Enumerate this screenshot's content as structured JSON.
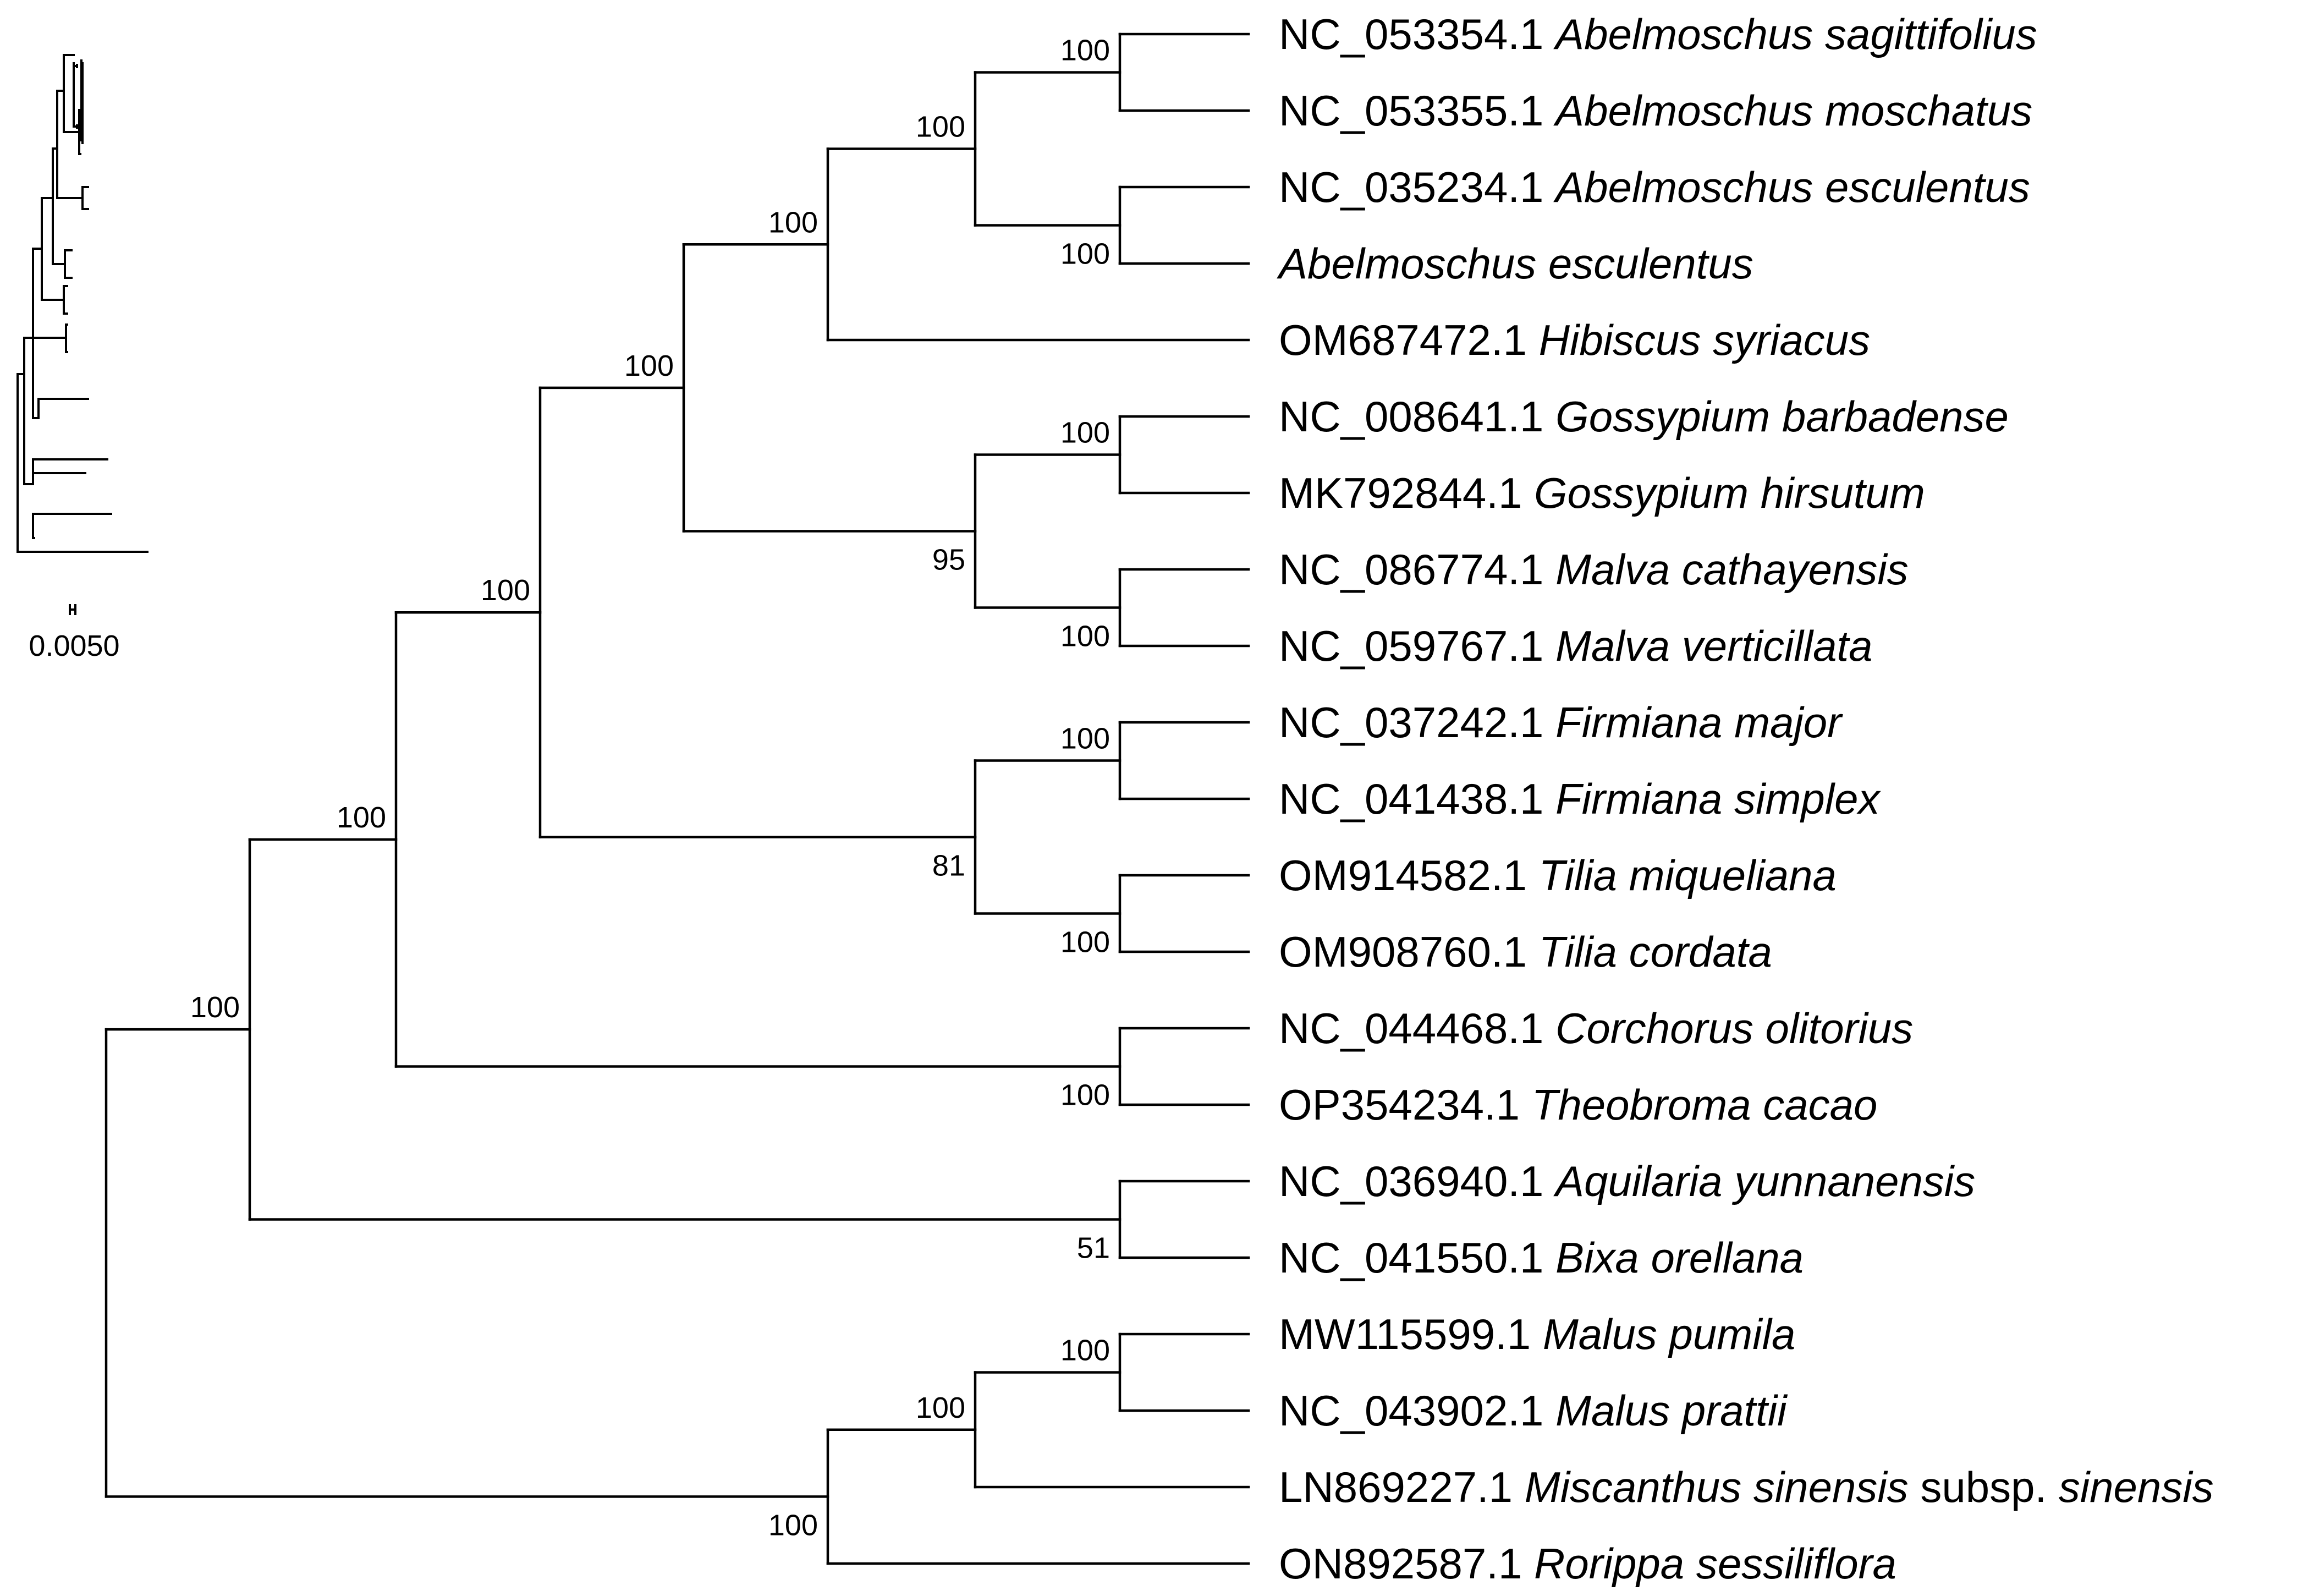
{
  "tree": {
    "leaves": [
      {
        "accession": "NC_053354.1",
        "species": "Abelmoschus sagittifolius"
      },
      {
        "accession": "NC_053355.1",
        "species": "Abelmoschus moschatus"
      },
      {
        "accession": "NC_035234.1",
        "species": "Abelmoschus esculentus"
      },
      {
        "accession": "",
        "species": "Abelmoschus esculentus"
      },
      {
        "accession": "OM687472.1",
        "species": "Hibiscus syriacus"
      },
      {
        "accession": "NC_008641.1",
        "species": "Gossypium barbadense"
      },
      {
        "accession": "MK792844.1",
        "species": "Gossypium hirsutum"
      },
      {
        "accession": "NC_086774.1",
        "species": "Malva cathayensis"
      },
      {
        "accession": "NC_059767.1",
        "species": "Malva verticillata"
      },
      {
        "accession": "NC_037242.1",
        "species": "Firmiana major"
      },
      {
        "accession": "NC_041438.1",
        "species": "Firmiana simplex"
      },
      {
        "accession": "OM914582.1",
        "species": "Tilia miqueliana"
      },
      {
        "accession": "OM908760.1",
        "species": "Tilia cordata"
      },
      {
        "accession": "NC_044468.1",
        "species": "Corchorus olitorius"
      },
      {
        "accession": "OP354234.1",
        "species": "Theobroma cacao"
      },
      {
        "accession": "NC_036940.1",
        "species": "Aquilaria yunnanensis"
      },
      {
        "accession": "NC_041550.1",
        "species": "Bixa orellana"
      },
      {
        "accession": "MW115599.1",
        "species": "Malus pumila"
      },
      {
        "accession": "NC_043902.1",
        "species": "Malus prattii"
      },
      {
        "accession": "LN869227.1",
        "species": "Miscanthus sinensis",
        "rank": "subsp.",
        "infra": "sinensis"
      },
      {
        "accession": "ON892587.1",
        "species": "Rorippa sessiliflora"
      }
    ],
    "support_values": {
      "abelmoschus_sagittifolius_moschatus": "100",
      "abelmoschus_clade": "100",
      "abelmoschus_esculentus_pair": "100",
      "abelmoschus_hibiscus": "100",
      "malvoideae": "100",
      "gossypium": "100",
      "gossypium_malva": "95",
      "malva": "100",
      "malvaceae_core": "100",
      "firmiana": "100",
      "firmiana_tilia": "81",
      "tilia": "100",
      "malvaceae": "100",
      "corchorus_theobroma": "100",
      "malvales": "100",
      "aquilaria_bixa": "51",
      "outgroup_clade": "100",
      "malus": "100",
      "malus_miscanthus": "100"
    },
    "scale_bar_label": "0.0050"
  }
}
